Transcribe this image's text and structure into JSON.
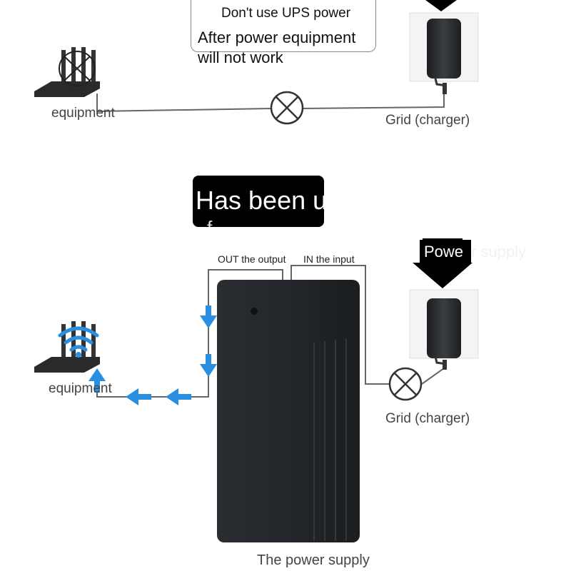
{
  "top": {
    "note_title": "Don't use UPS power",
    "note_lines": [
      "After power equipment",
      "will not work"
    ],
    "equipment_label": "equipment",
    "grid_label": "Grid (charger)"
  },
  "bottom": {
    "banner_text": "Has been u",
    "banner_sub": "f",
    "out_label": "OUT the output",
    "in_label": "IN the input",
    "power_label": "Powe",
    "power_tail": "r supply",
    "equipment_label": "equipment",
    "grid_label": "Grid (charger)",
    "supply_label": "The power supply"
  },
  "colors": {
    "flow_arrow": "#2a8fe0",
    "wifi_signal": "#2a8fe0",
    "device_body": "#1f2226",
    "wire": "#555555"
  }
}
